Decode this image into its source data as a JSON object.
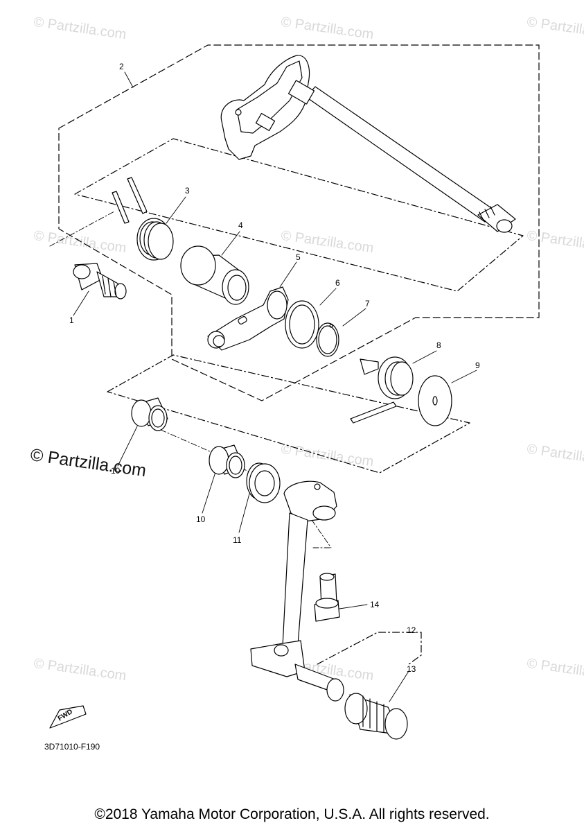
{
  "watermark": {
    "text": "© Partzilla.com",
    "primary_text": "© Partzilla.com",
    "color": "#d9d9d9"
  },
  "callouts": {
    "c1": "1",
    "c2": "2",
    "c3": "3",
    "c4": "4",
    "c5": "5",
    "c6": "6",
    "c7": "7",
    "c8": "8",
    "c9": "9",
    "c10a": "10",
    "c10b": "10",
    "c11": "11",
    "c12": "12",
    "c13": "13",
    "c14": "14"
  },
  "fwd_label": "FWD",
  "diagram_code": "3D71010-F190",
  "copyright": "©2018 Yamaha Motor Corporation, U.S.A. All rights reserved.",
  "colors": {
    "line": "#000000",
    "background": "#ffffff",
    "watermark": "#d9d9d9"
  }
}
